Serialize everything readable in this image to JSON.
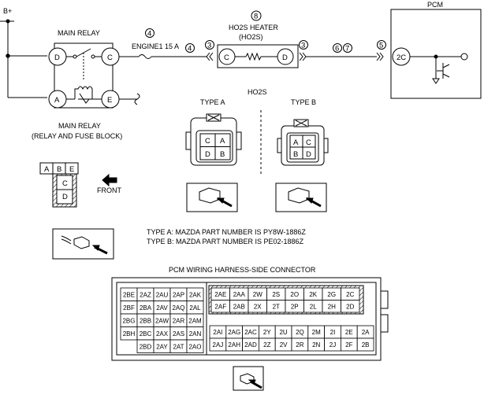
{
  "power": {
    "bplus": "B+"
  },
  "main_relay": {
    "title": "MAIN RELAY",
    "caption_line1": "MAIN RELAY",
    "caption_line2": "(RELAY AND FUSE BLOCK)",
    "pins": {
      "D": "D",
      "C": "C",
      "A": "A",
      "E": "E"
    }
  },
  "fuse": {
    "label": "ENGINE1 15 A"
  },
  "markers": {
    "m4a": "4",
    "m4b": "4",
    "m3a": "3",
    "m3b": "3",
    "m8": "8",
    "m5": "5",
    "m6": "6",
    "m7": "7"
  },
  "heater": {
    "title_line1": "HO2S HEATER",
    "title_line2": "(HO2S)",
    "pins": {
      "C": "C",
      "D": "D"
    }
  },
  "pcm": {
    "title": "PCM",
    "pin": "2C"
  },
  "ho2s_connector": {
    "title": "HO2S",
    "type_a_label": "TYPE A",
    "type_b_label": "TYPE B",
    "type_a_cells": [
      "C",
      "A",
      "D",
      "B"
    ],
    "type_b_cells": [
      "A",
      "C",
      "B",
      "D"
    ]
  },
  "relay_connector": {
    "top_cells": [
      "A",
      "B",
      "E"
    ],
    "lower_cells": [
      "C",
      "D"
    ],
    "front_label": "FRONT"
  },
  "part_numbers": {
    "type_a": "TYPE A: MAZDA PART NUMBER IS PY8W-1886Z",
    "type_b": "TYPE B: MAZDA PART NUMBER IS PE02-1886Z"
  },
  "pcm_connector": {
    "title": "PCM WIRING HARNESS-SIDE CONNECTOR",
    "left_block": [
      [
        "2BE",
        "2AZ",
        "2AU",
        "2AP",
        "2AK"
      ],
      [
        "2BF",
        "2BA",
        "2AV",
        "2AQ",
        "2AL"
      ],
      [
        "2BG",
        "2BB",
        "2AW",
        "2AR",
        "2AM"
      ],
      [
        "2BH",
        "2BC",
        "2AX",
        "2AS",
        "2AN"
      ],
      [
        "",
        "2BD",
        "2AY",
        "2AT",
        "2AO"
      ]
    ],
    "right_top": [
      [
        "2AE",
        "2AA",
        "2W",
        "2S",
        "2O",
        "2K",
        "2G",
        "2C"
      ],
      [
        "2AF",
        "2AB",
        "2X",
        "2T",
        "2P",
        "2L",
        "2H",
        "2D"
      ]
    ],
    "right_bottom": [
      [
        "2AI",
        "2AG",
        "2AC",
        "2Y",
        "2U",
        "2Q",
        "2M",
        "2I",
        "2E",
        "2A"
      ],
      [
        "2AJ",
        "2AH",
        "2AD",
        "2Z",
        "2V",
        "2R",
        "2N",
        "2J",
        "2F",
        "2B"
      ]
    ]
  }
}
